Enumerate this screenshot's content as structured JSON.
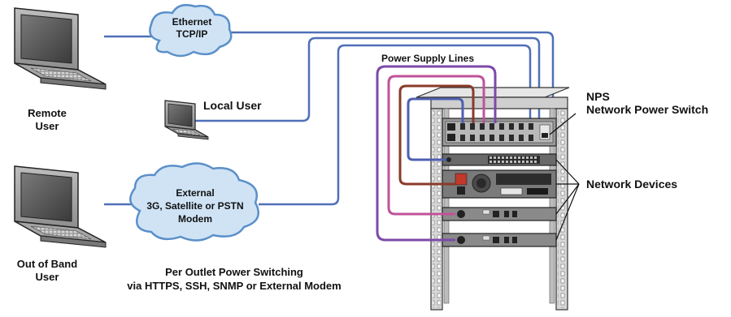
{
  "labels": {
    "remote_user_1": "Remote",
    "remote_user_2": "User",
    "local_user": "Local User",
    "oob_user_1": "Out of Band",
    "oob_user_2": "User",
    "ethernet_1": "Ethernet",
    "ethernet_2": "TCP/IP",
    "external_1": "External",
    "external_2": "3G, Satellite or PSTN",
    "external_3": "Modem",
    "power_supply_lines": "Power Supply Lines",
    "nps_1": "NPS",
    "nps_2": "Network Power Switch",
    "network_devices": "Network Devices",
    "caption_1": "Per Outlet Power Switching",
    "caption_2": "via HTTPS, SSH, SNMP or External Modem"
  },
  "colors": {
    "network_line": "#4f6fb8",
    "power_line_magenta": "#b24aa3",
    "power_line_purple": "#7c4aa8",
    "power_line_brown": "#8a3a2a",
    "power_line_pink": "#c0529a",
    "power_line_blue": "#4f5fb0",
    "cloud_fill": "#cfe3f5",
    "cloud_stroke": "#5b8fc9",
    "rack_fill": "#dcdcdc"
  }
}
